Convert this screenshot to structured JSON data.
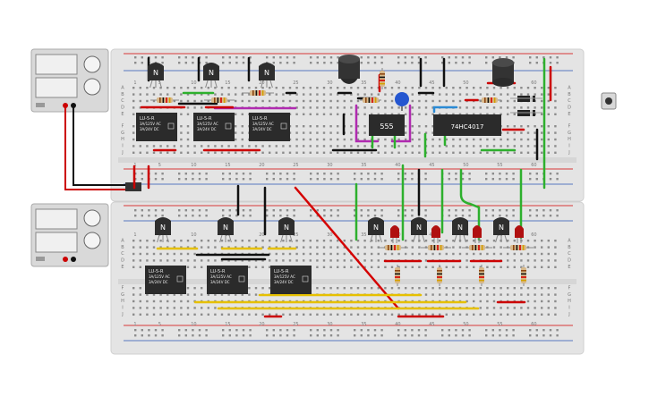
{
  "transistor_label": "N",
  "relay": {
    "title": "LU-5-R",
    "line1": "3A/125V AC",
    "line2": "3A/24V DC"
  },
  "ic555_label": "555",
  "ic4017_label": "74HC4017",
  "column_numbers": [
    "1",
    "5",
    "10",
    "15",
    "20",
    "25",
    "30",
    "35",
    "40",
    "45",
    "50",
    "55",
    "60"
  ],
  "row_letters_top": [
    "A",
    "B",
    "C",
    "D",
    "E"
  ],
  "row_letters_bottom": [
    "F",
    "G",
    "H",
    "I",
    "J"
  ],
  "colors": {
    "breadboard": "#e6e6e6",
    "power_red": "#d40000",
    "power_blue": "#2a55b5",
    "wire_green": "#2db02d",
    "wire_yellow": "#e6c000",
    "wire_magenta": "#b02ab0",
    "wire_black": "#1a1a1a",
    "led_red": "#b01010",
    "capacitor_blue": "#2456d0"
  },
  "power_supply_icon": "power-supply-icon",
  "pushbutton_icon": "pushbutton-icon"
}
